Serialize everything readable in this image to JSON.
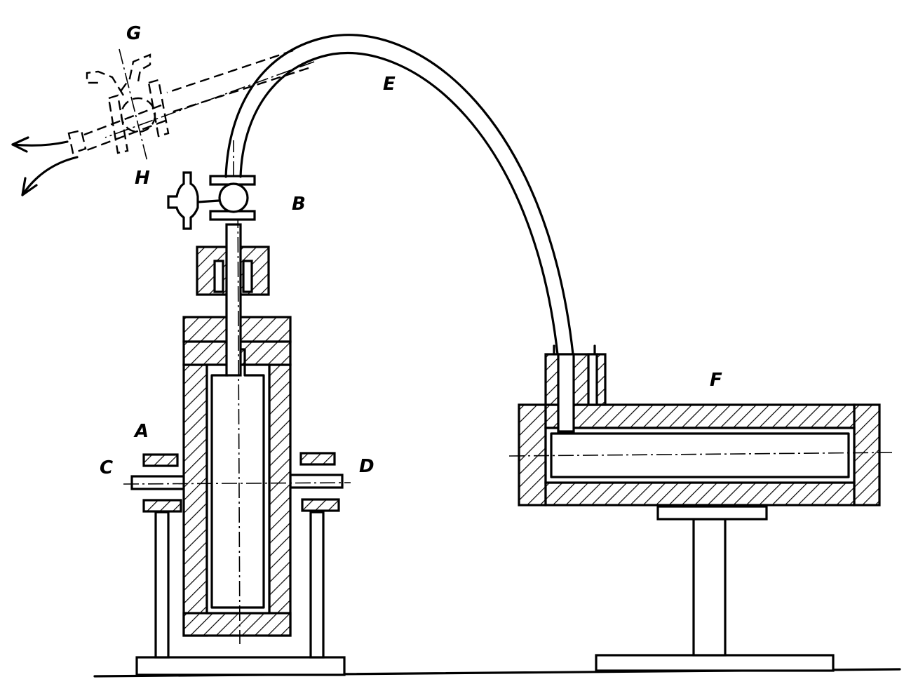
{
  "labels": {
    "G": "G",
    "E": "E",
    "H": "H",
    "B": "B",
    "A": "A",
    "C": "C",
    "D": "D",
    "F": "F"
  }
}
